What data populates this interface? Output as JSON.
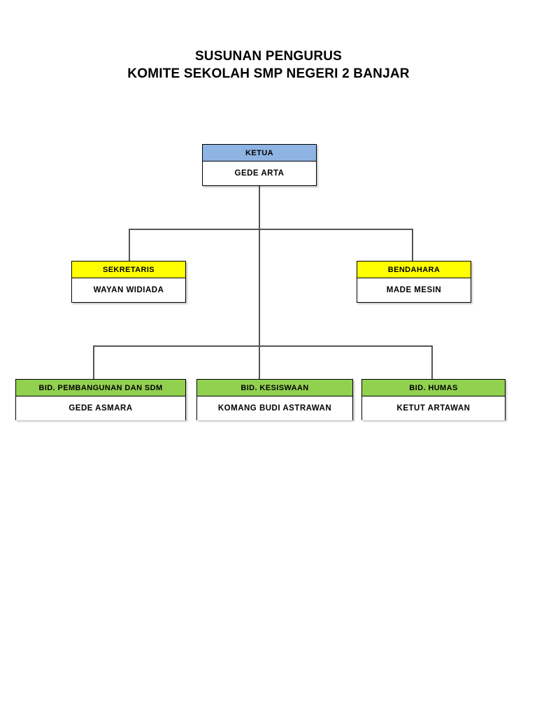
{
  "title": {
    "line1": "SUSUNAN PENGURUS",
    "line2": "KOMITE SEKOLAH SMP NEGERI 2 BANJAR"
  },
  "colors": {
    "ketua_header": "#8EB4E3",
    "staff_header": "#FFFF00",
    "bidang_header": "#92D050",
    "body": "#FFFFFF",
    "border": "#000000",
    "connector": "#555555",
    "text": "#000000"
  },
  "chart_data": {
    "type": "diagram",
    "diagram_type": "organizational-chart",
    "title": "SUSUNAN PENGURUS KOMITE SEKOLAH SMP NEGERI 2 BANJAR",
    "levels": 3,
    "nodes": [
      {
        "id": "ketua",
        "role": "KETUA",
        "name": "GEDE ARTA",
        "level": 1,
        "header_color": "#8EB4E3",
        "parent": null
      },
      {
        "id": "sekretaris",
        "role": "SEKRETARIS",
        "name": "WAYAN WIDIADA",
        "level": 2,
        "header_color": "#FFFF00",
        "parent": "ketua"
      },
      {
        "id": "bendahara",
        "role": "BENDAHARA",
        "name": "MADE MESIN",
        "level": 2,
        "header_color": "#FFFF00",
        "parent": "ketua"
      },
      {
        "id": "bid-pembangunan",
        "role": "BID. PEMBANGUNAN DAN SDM",
        "name": "GEDE ASMARA",
        "level": 3,
        "header_color": "#92D050",
        "parent": "ketua"
      },
      {
        "id": "bid-kesiswaan",
        "role": "BID. KESISWAAN",
        "name": "KOMANG BUDI ASTRAWAN",
        "level": 3,
        "header_color": "#92D050",
        "parent": "ketua"
      },
      {
        "id": "bid-humas",
        "role": "BID. HUMAS",
        "name": "KETUT ARTAWAN",
        "level": 3,
        "header_color": "#92D050",
        "parent": "ketua"
      }
    ],
    "edges": [
      {
        "from": "ketua",
        "to": "sekretaris"
      },
      {
        "from": "ketua",
        "to": "bendahara"
      },
      {
        "from": "ketua",
        "to": "bid-pembangunan"
      },
      {
        "from": "ketua",
        "to": "bid-kesiswaan"
      },
      {
        "from": "ketua",
        "to": "bid-humas"
      }
    ]
  },
  "nodes": {
    "ketua": {
      "role": "KETUA",
      "name": "GEDE ARTA"
    },
    "sekretaris": {
      "role": "SEKRETARIS",
      "name": "WAYAN WIDIADA"
    },
    "bendahara": {
      "role": "BENDAHARA",
      "name": "MADE MESIN"
    },
    "bid_pembangunan": {
      "role": "BID. PEMBANGUNAN DAN SDM",
      "name": "GEDE ASMARA"
    },
    "bid_kesiswaan": {
      "role": "BID. KESISWAAN",
      "name": "KOMANG BUDI ASTRAWAN"
    },
    "bid_humas": {
      "role": "BID. HUMAS",
      "name": "KETUT ARTAWAN"
    }
  }
}
